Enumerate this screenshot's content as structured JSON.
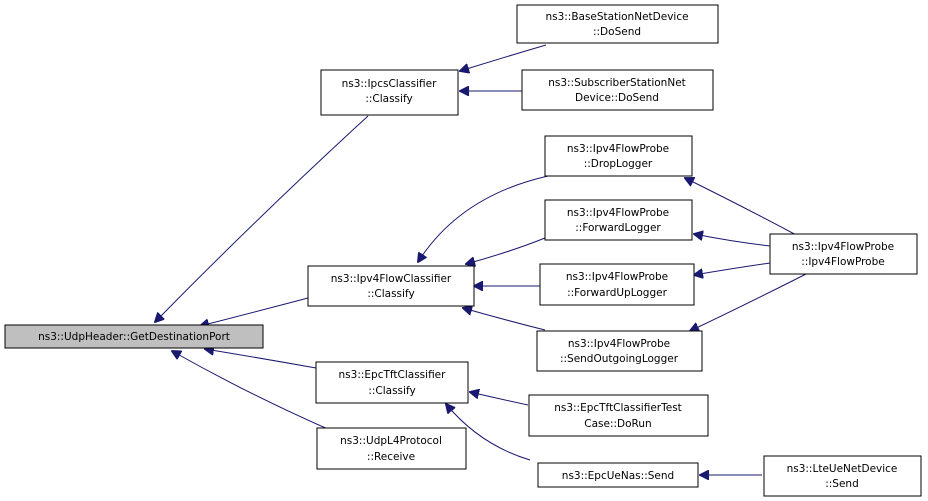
{
  "nodes": {
    "root": "ns3::UdpHeader::GetDestinationPort",
    "ipcs": [
      "ns3::IpcsClassifier",
      "::Classify"
    ],
    "bs": [
      "ns3::BaseStationNetDevice",
      "::DoSend"
    ],
    "ss": [
      "ns3::SubscriberStationNet",
      "Device::DoSend"
    ],
    "ipv4c": [
      "ns3::Ipv4FlowClassifier",
      "::Classify"
    ],
    "drop": [
      "ns3::Ipv4FlowProbe",
      "::DropLogger"
    ],
    "fwd": [
      "ns3::Ipv4FlowProbe",
      "::ForwardLogger"
    ],
    "fwdup": [
      "ns3::Ipv4FlowProbe",
      "::ForwardUpLogger"
    ],
    "sendout": [
      "ns3::Ipv4FlowProbe",
      "::SendOutgoingLogger"
    ],
    "probe": [
      "ns3::Ipv4FlowProbe",
      "::Ipv4FlowProbe"
    ],
    "epcc": [
      "ns3::EpcTftClassifier",
      "::Classify"
    ],
    "epctest": [
      "ns3::EpcTftClassifierTest",
      "Case::DoRun"
    ],
    "udpl4": [
      "ns3::UdpL4Protocol",
      "::Receive"
    ],
    "epcue": "ns3::EpcUeNas::Send",
    "lte": [
      "ns3::LteUeNetDevice",
      "::Send"
    ]
  },
  "colors": {
    "edge": "#191970",
    "root_fill": "#bfbfbf",
    "node_fill": "#ffffff",
    "border": "#000000"
  }
}
